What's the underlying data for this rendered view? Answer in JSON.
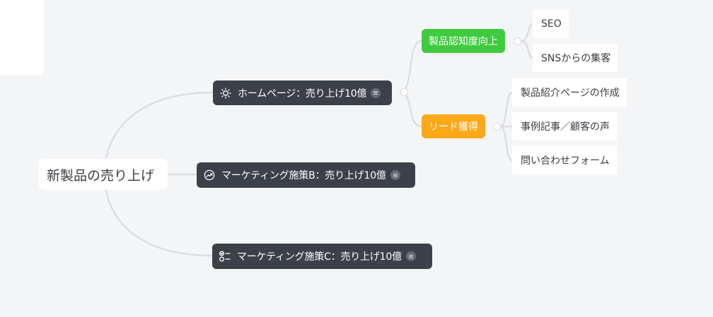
{
  "mindmap": {
    "root": {
      "label": "新製品の売り上げ"
    },
    "topics": [
      {
        "label": "ホームページ：売り上げ10億",
        "icon": "lightbulb-icon",
        "has_note": true,
        "subtopics": [
          {
            "label": "製品認知度向上",
            "color": "#3fca3f",
            "children": [
              "SEO",
              "SNSからの集客"
            ]
          },
          {
            "label": "リード獲得",
            "color": "#fba919",
            "children": [
              "製品紹介ページの作成",
              "事例記事／顧客の声",
              "問い合わせフォーム"
            ]
          }
        ]
      },
      {
        "label": "マーケティング施策B：売り上げ10億",
        "icon": "trending-up-circle-icon",
        "has_note": true
      },
      {
        "label": "マーケティング施策C：売り上げ10億",
        "icon": "checklist-icon",
        "has_note": true
      }
    ]
  },
  "colors": {
    "canvas_background": "#f4f5f7",
    "topic_background": "#3c4149",
    "connector": "#dcdee1"
  }
}
